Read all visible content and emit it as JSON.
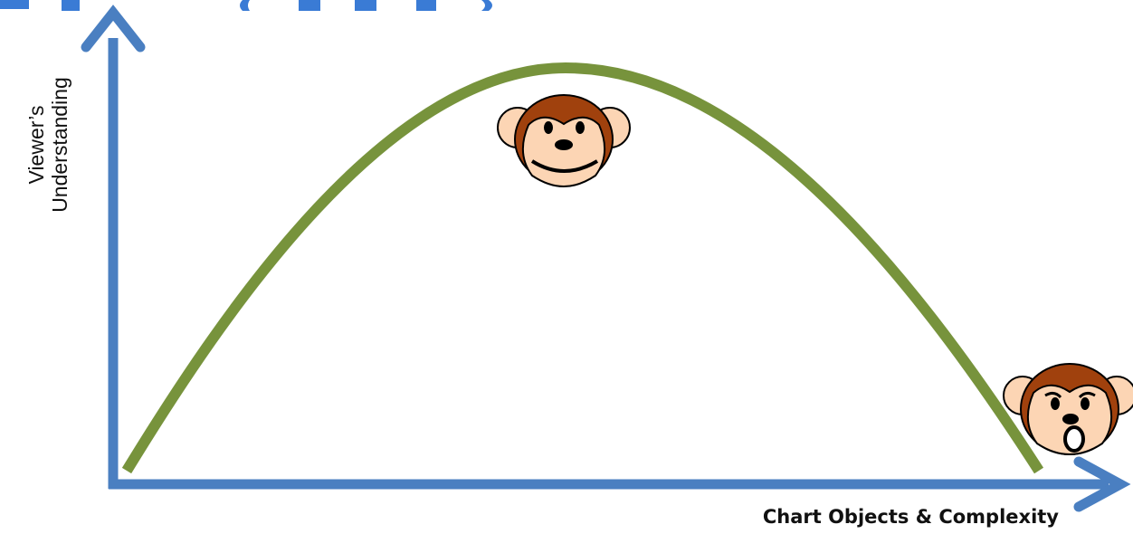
{
  "diagram": {
    "y_axis_label_line1": "Viewer’s",
    "y_axis_label_line2": "Understanding",
    "x_axis_label": "Chart Objects & Complexity",
    "colors": {
      "axis": "#4a7fc1",
      "curve": "#77933c",
      "monkey_fur": "#a0410d",
      "monkey_face": "#fcd5b4",
      "outline": "#000000"
    },
    "icons": [
      "happy-monkey-icon",
      "shocked-monkey-icon"
    ]
  }
}
